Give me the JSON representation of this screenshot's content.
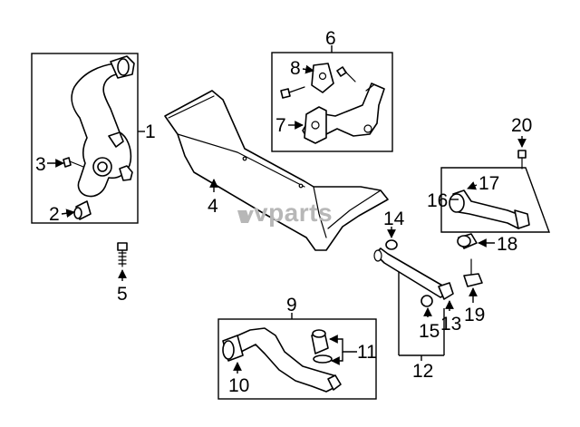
{
  "watermark": {
    "text": "vparts"
  },
  "callouts": {
    "c1": "1",
    "c2": "2",
    "c3": "3",
    "c4": "4",
    "c5": "5",
    "c6": "6",
    "c7": "7",
    "c8": "8",
    "c9": "9",
    "c10": "10",
    "c11": "11",
    "c12": "12",
    "c13": "13",
    "c14": "14",
    "c15": "15",
    "c16": "16",
    "c17": "17",
    "c18": "18",
    "c19": "19",
    "c20": "20"
  }
}
